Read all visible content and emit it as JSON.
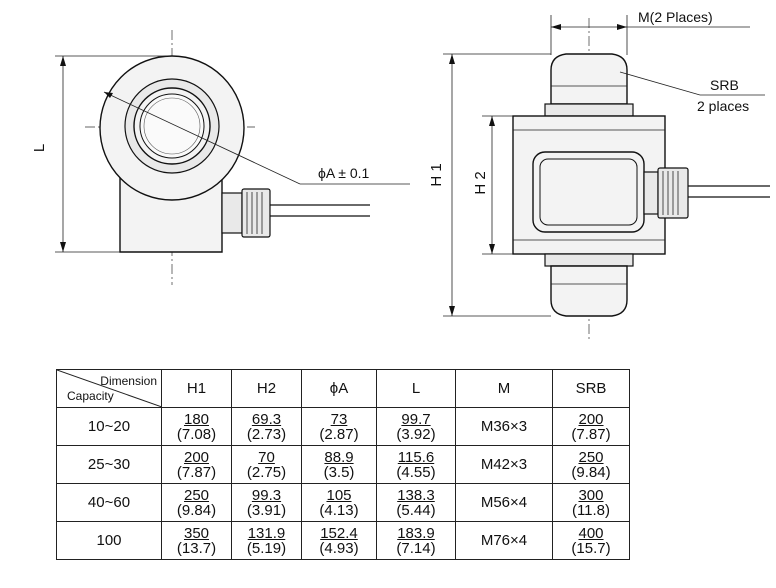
{
  "drawing": {
    "labels": {
      "m_places": "M(2 Places)",
      "srb": "SRB",
      "srb_places": "2 places",
      "phi_a": "ϕA ± 0.1",
      "h1": "H 1",
      "h2": "H 2",
      "l": "L"
    }
  },
  "table": {
    "corner_top": "Dimension",
    "corner_bottom": "Capacity",
    "headers": [
      "H1",
      "H2",
      "ϕA",
      "L",
      "M",
      "SRB"
    ],
    "rows": [
      {
        "capacity": "10~20",
        "h1": [
          "180",
          "(7.08)"
        ],
        "h2": [
          "69.3",
          "(2.73)"
        ],
        "a": [
          "73",
          "(2.87)"
        ],
        "l": [
          "99.7",
          "(3.92)"
        ],
        "m": "M36×3",
        "srb": [
          "200",
          "(7.87)"
        ]
      },
      {
        "capacity": "25~30",
        "h1": [
          "200",
          "(7.87)"
        ],
        "h2": [
          "70",
          "(2.75)"
        ],
        "a": [
          "88.9",
          "(3.5)"
        ],
        "l": [
          "115.6",
          "(4.55)"
        ],
        "m": "M42×3",
        "srb": [
          "250",
          "(9.84)"
        ]
      },
      {
        "capacity": "40~60",
        "h1": [
          "250",
          "(9.84)"
        ],
        "h2": [
          "99.3",
          "(3.91)"
        ],
        "a": [
          "105",
          "(4.13)"
        ],
        "l": [
          "138.3",
          "(5.44)"
        ],
        "m": "M56×4",
        "srb": [
          "300",
          "(11.8)"
        ]
      },
      {
        "capacity": "100",
        "h1": [
          "350",
          "(13.7)"
        ],
        "h2": [
          "131.9",
          "(5.19)"
        ],
        "a": [
          "152.4",
          "(4.93)"
        ],
        "l": [
          "183.9",
          "(7.14)"
        ],
        "m": "M76×4",
        "srb": [
          "400",
          "(15.7)"
        ]
      }
    ]
  }
}
